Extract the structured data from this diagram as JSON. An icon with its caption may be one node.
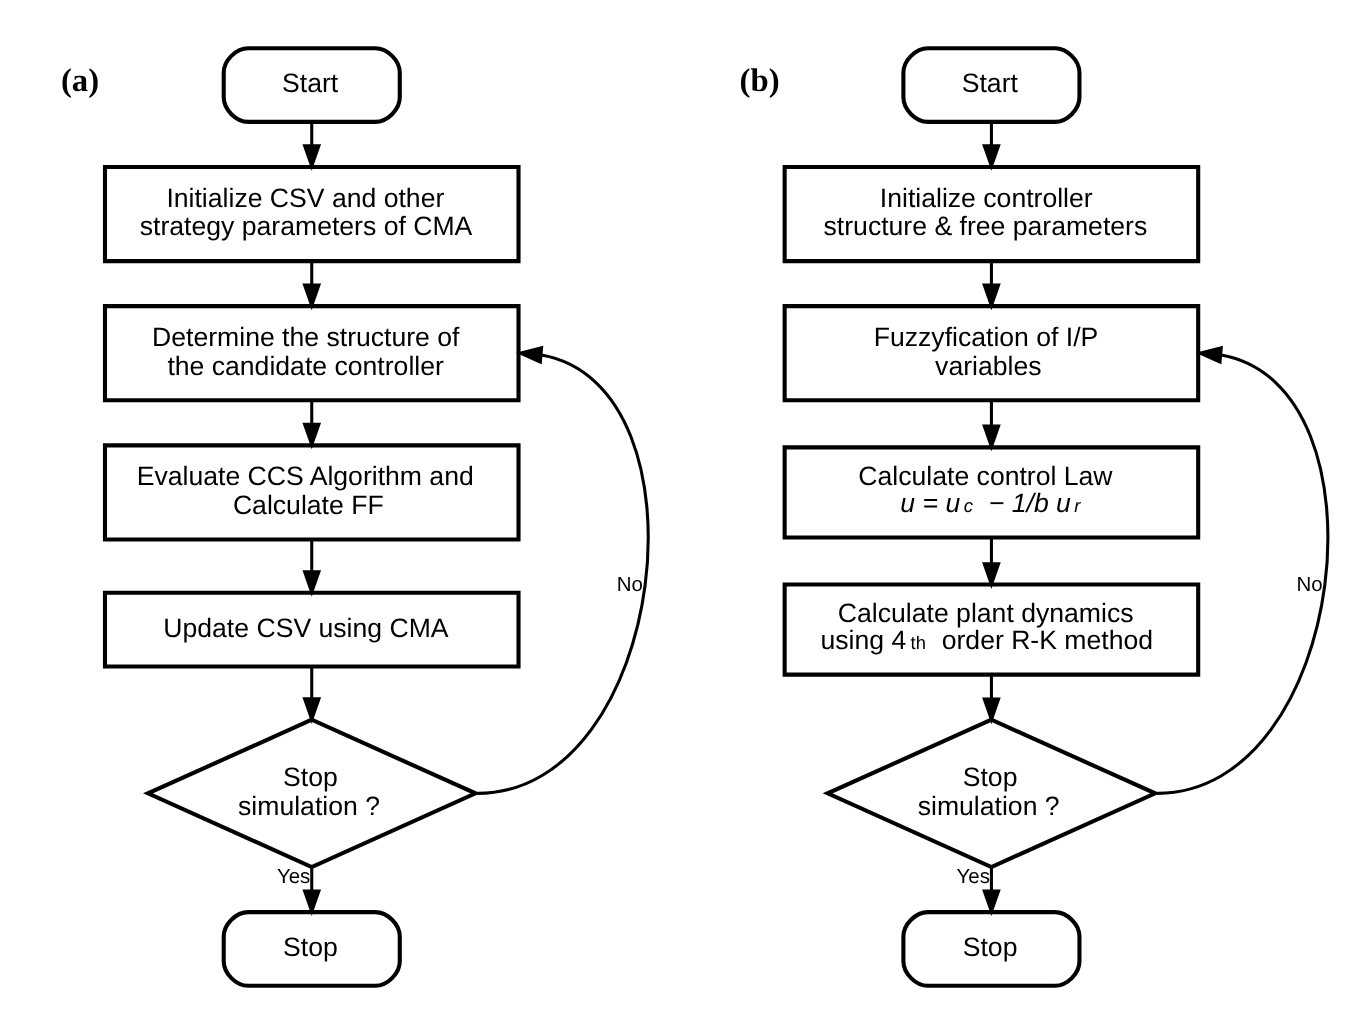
{
  "diagram": {
    "nodes": [
      {
        "text": [
          "Start"
        ]
      },
      {
        "text": [
          "Initialize CSV and other strategy parameters of CMA"
        ]
      },
      {
        "text": [
          "Determine the structure of the candidate controller"
        ]
      },
      {
        "text": [
          "Evaluate CCS Algorithm and Calculate FF"
        ]
      },
      {
        "text": [
          "Update CSV using CMA"
        ]
      },
      {
        "text": [
          "Stop simulation ?"
        ]
      },
      {
        "text": [
          "Stop"
        ]
      },
      {
        "text": [
          "Start"
        ]
      },
      {
        "text": [
          "Initialize controller structure & free parameters"
        ]
      },
      {
        "text": [
          "Fuzzyfication of I/P variables"
        ]
      },
      {
        "text": [
          "Calculate control Law",
          "u = u$_{c}$ − 1/b u$_{r}$"
        ]
      },
      {
        "text": [
          "Calculate plant dynamics using 4$^{th}$ order R-K method"
        ]
      },
      {
        "text": [
          "Stop simulation ?"
        ]
      },
      {
        "text": [
          "Stop"
        ]
      }
    ],
    "edges": [
      {
        "from": 0,
        "to": 1,
        "arrow": "to"
      },
      {
        "from": 1,
        "to": 2,
        "arrow": "to"
      },
      {
        "from": 2,
        "to": 3,
        "arrow": "to"
      },
      {
        "from": 3,
        "to": 4,
        "arrow": "to"
      },
      {
        "from": 4,
        "to": 5,
        "arrow": "to"
      },
      {
        "from": 5,
        "to": 2,
        "arrow": "to",
        "label": "No"
      },
      {
        "from": 5,
        "to": 6,
        "arrow": "to",
        "label": "Yes"
      },
      {
        "from": 7,
        "to": 8,
        "arrow": "to"
      },
      {
        "from": 8,
        "to": 9,
        "arrow": "to"
      },
      {
        "from": 9,
        "to": 10,
        "arrow": "to"
      },
      {
        "from": 10,
        "to": 11,
        "arrow": "to"
      },
      {
        "from": 11,
        "to": 12,
        "arrow": "to"
      },
      {
        "from": 12,
        "to": 9,
        "arrow": "to",
        "label": "No"
      },
      {
        "from": 12,
        "to": 13,
        "arrow": "to",
        "label": "Yes"
      }
    ],
    "labels": [
      "(a)",
      "(b)"
    ]
  }
}
